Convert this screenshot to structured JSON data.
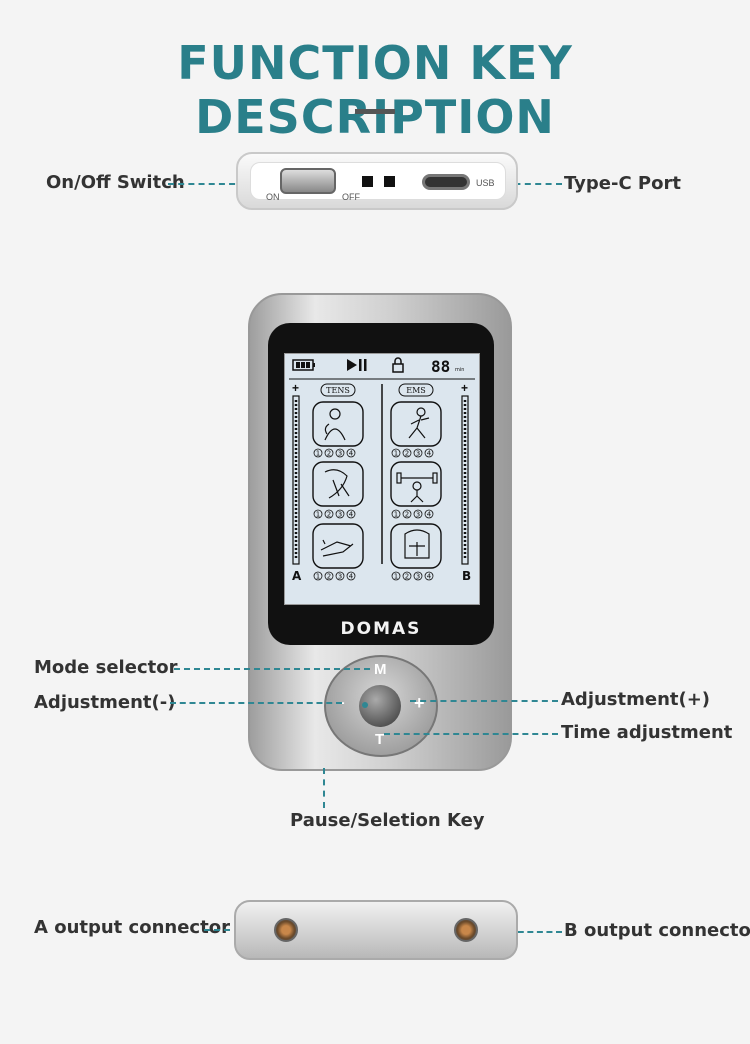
{
  "header": {
    "title": "FUNCTION KEY DESCRIPTION"
  },
  "top_view": {
    "on_off_label": "On/Off Switch",
    "type_c_label": "Type-C Port",
    "switch_on_text": "ON",
    "switch_off_text": "OFF",
    "port_text": "USB"
  },
  "device": {
    "brand": "DOMAS",
    "lcd": {
      "timer": "88",
      "timer_unit": "min",
      "left_title": "TENS",
      "right_title": "EMS",
      "channel_a": "A",
      "channel_b": "B",
      "program_numbers": [
        "1",
        "2",
        "3",
        "4"
      ]
    },
    "keys": {
      "mode": "M",
      "time": "T",
      "plus": "+",
      "minus": "−"
    }
  },
  "callouts": {
    "mode_selector": "Mode selector",
    "adjust_minus": "Adjustment(-)",
    "adjust_plus": "Adjustment(+)",
    "time_adjust": "Time adjustment",
    "pause_key": "Pause/Seletion Key"
  },
  "bottom_view": {
    "a_output": "A output connector",
    "b_output": "B output connector"
  },
  "colors": {
    "accent": "#2f8793",
    "title": "#2a7f8a"
  }
}
